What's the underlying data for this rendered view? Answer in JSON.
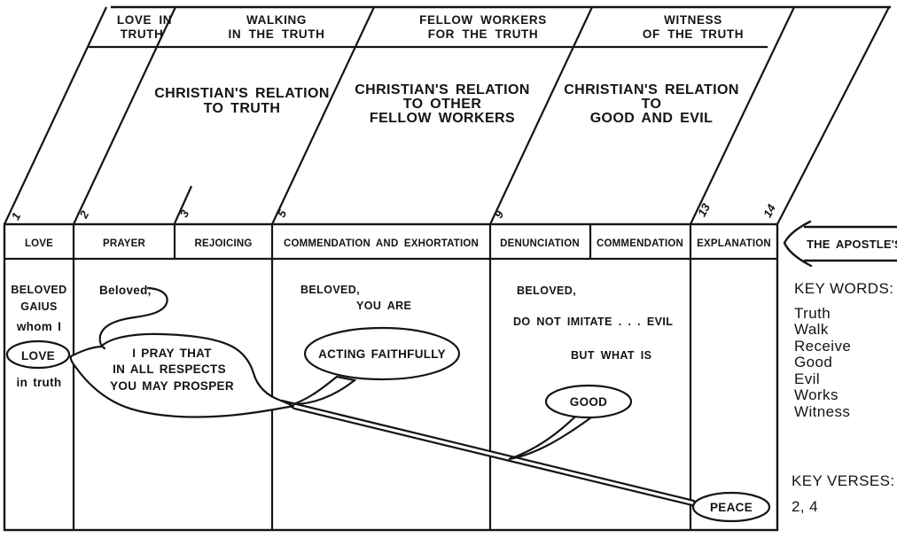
{
  "colors": {
    "ink": "#141414",
    "paper": "#ffffff"
  },
  "top_row": {
    "panels": [
      {
        "lines": [
          "LOVE IN",
          "TRUTH"
        ]
      },
      {
        "lines": [
          "WALKING",
          "IN THE TRUTH"
        ]
      },
      {
        "lines": [
          "FELLOW WORKERS",
          "FOR THE TRUTH"
        ]
      },
      {
        "lines": [
          "WITNESS",
          "OF THE TRUTH"
        ]
      }
    ]
  },
  "relation_row": {
    "panels": [
      {
        "lines": [
          "CHRISTIAN'S RELATION",
          "TO TRUTH"
        ]
      },
      {
        "lines": [
          "CHRISTIAN'S RELATION",
          "TO OTHER",
          "FELLOW WORKERS"
        ]
      },
      {
        "lines": [
          "CHRISTIAN'S RELATION",
          "TO",
          "GOOD AND EVIL"
        ]
      }
    ]
  },
  "verses": [
    "1",
    "2",
    "3",
    "5",
    "9",
    "13",
    "14"
  ],
  "headers": [
    "LOVE",
    "PRAYER",
    "REJOICING",
    "COMMENDATION AND EXHORTATION",
    "DENUNCIATION",
    "COMMENDATION",
    "EXPLANATION"
  ],
  "arrow": {
    "label": "THE APOSTLE'S"
  },
  "body": {
    "love": {
      "l1": "BELOVED",
      "l2": "GAIUS",
      "l3": "whom I",
      "oval": "LOVE",
      "l4": "in truth"
    },
    "prayer": {
      "salutation": "Beloved,",
      "bubble": [
        "I PRAY THAT",
        "IN ALL RESPECTS",
        "YOU MAY PROSPER"
      ]
    },
    "commendation": {
      "l1": "BELOVED,",
      "l2": "YOU ARE",
      "oval": "ACTING FAITHFULLY"
    },
    "denunciation": {
      "l1": "BELOVED,",
      "l2": "DO NOT IMITATE . . . EVIL",
      "l3": "BUT WHAT IS",
      "oval": "GOOD"
    },
    "explanation": {
      "oval": "PEACE"
    }
  },
  "sidebar": {
    "key_words_title": "KEY WORDS:",
    "key_words": [
      "Truth",
      "Walk",
      "Receive",
      "Good",
      "Evil",
      "Works",
      "Witness"
    ],
    "key_verses_title": "KEY VERSES:",
    "key_verses": "2, 4"
  }
}
